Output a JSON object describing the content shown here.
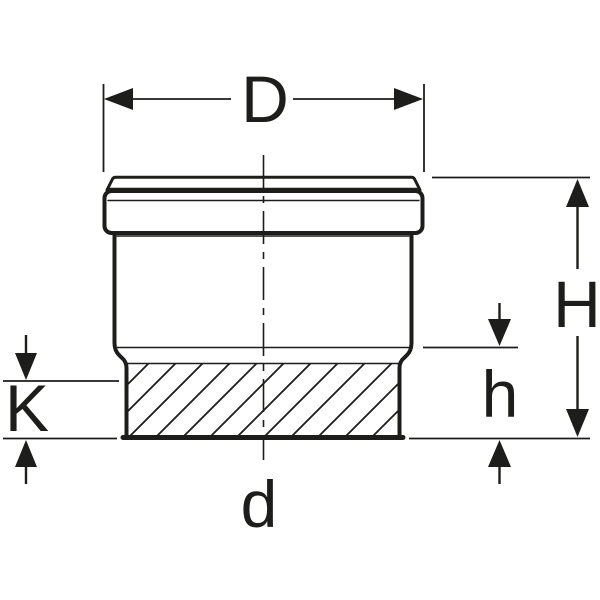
{
  "diagram": {
    "type": "technical-dimension-drawing",
    "subject": "pipe-fitting-socket-coupling-cross-section",
    "labels": {
      "top_width": "D",
      "total_height": "H",
      "lower_height": "h",
      "left_depth": "K",
      "bottom_diameter": "d"
    },
    "colors": {
      "line": "#1d1d1b",
      "background": "#ffffff"
    }
  }
}
